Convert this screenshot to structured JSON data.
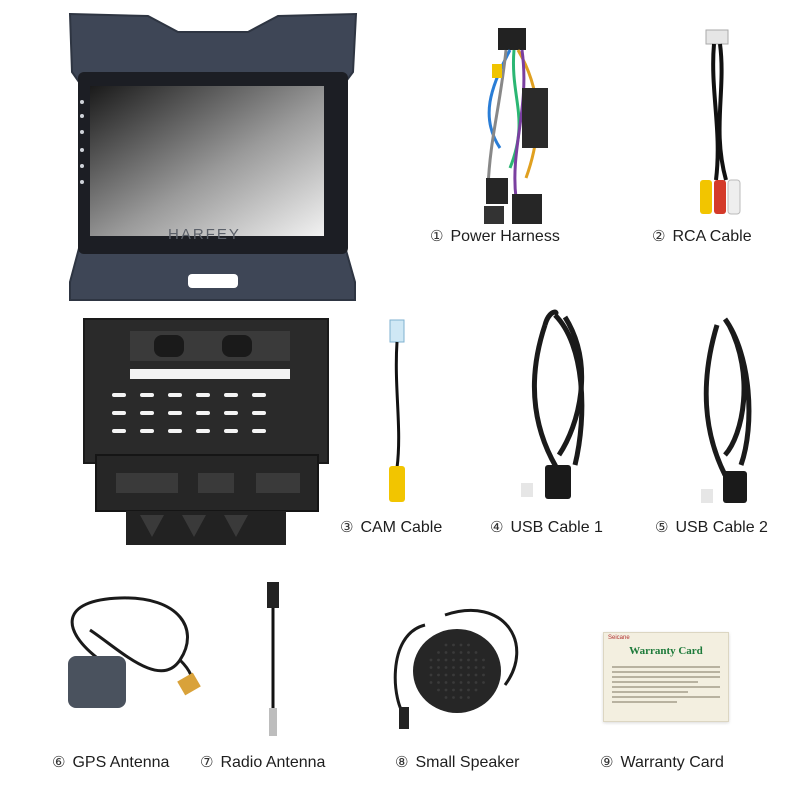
{
  "brand": "HARFEY",
  "items": [
    {
      "num": "①",
      "label": "Power Harness"
    },
    {
      "num": "②",
      "label": "RCA Cable"
    },
    {
      "num": "③",
      "label": "CAM Cable"
    },
    {
      "num": "④",
      "label": "USB Cable 1"
    },
    {
      "num": "⑤",
      "label": "USB Cable 2"
    },
    {
      "num": "⑥",
      "label": "GPS Antenna"
    },
    {
      "num": "⑦",
      "label": "Radio Antenna"
    },
    {
      "num": "⑧",
      "label": "Small Speaker"
    },
    {
      "num": "⑨",
      "label": "Warranty Card"
    }
  ],
  "warranty_card": {
    "brand": "Seicane",
    "title": "Warranty Card"
  },
  "colors": {
    "panel": "#3e4656",
    "bracket": "#2a2a2a",
    "cable": "#1a1a1a",
    "rca_yellow": "#f2c500",
    "rca_red": "#d43a2a",
    "card_title": "#1d7a3a"
  }
}
